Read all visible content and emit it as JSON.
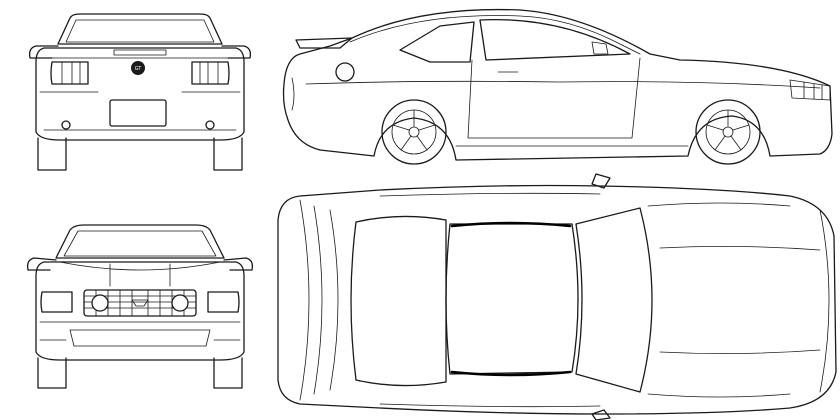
{
  "drawing": {
    "line_color": "#1a1a1a",
    "background": "#ffffff",
    "views": [
      {
        "id": "rear",
        "name": "rear-view"
      },
      {
        "id": "side",
        "name": "side-view"
      },
      {
        "id": "front",
        "name": "front-view"
      },
      {
        "id": "top",
        "name": "top-view"
      }
    ]
  },
  "badges": {
    "rear_emblem": "GT"
  }
}
